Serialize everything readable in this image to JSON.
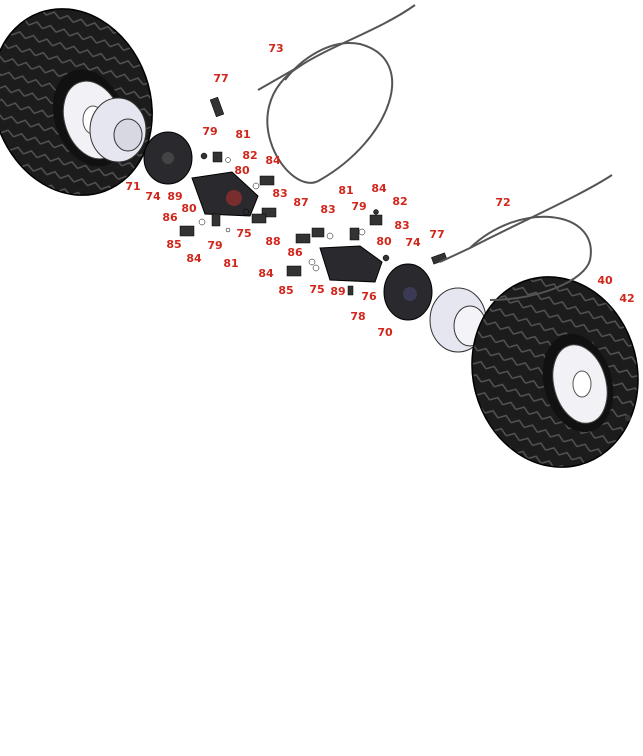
{
  "title": "Wheel drive assembly exploded view",
  "colors": {
    "callout": "#d0261c",
    "tire": "#1c1c1c",
    "hub": "#e6e6f0",
    "motor": "#2a2a2e"
  },
  "callouts": [
    "73",
    "77",
    "79",
    "81",
    "82",
    "84",
    "80",
    "71",
    "74",
    "89",
    "83",
    "87",
    "81",
    "84",
    "82",
    "79",
    "83",
    "83",
    "80",
    "86",
    "75",
    "88",
    "80",
    "74",
    "77",
    "72",
    "85",
    "79",
    "86",
    "84",
    "81",
    "84",
    "85",
    "75",
    "89",
    "76",
    "78",
    "70",
    "40",
    "42"
  ]
}
